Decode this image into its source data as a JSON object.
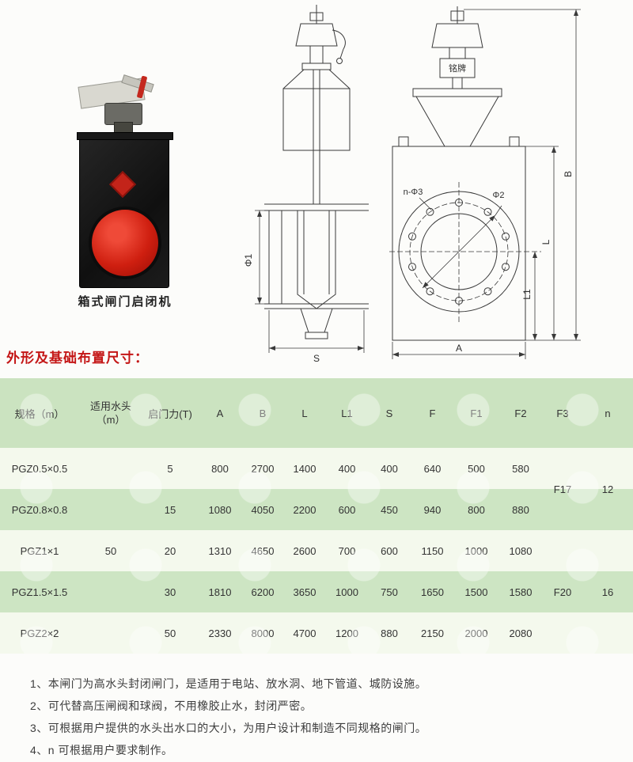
{
  "page": {
    "photo_caption": "箱式闸门启闭机",
    "section_heading": "外形及基础布置尺寸："
  },
  "drawing": {
    "labels": {
      "nameplate": "铭牌",
      "dim_b": "B",
      "dim_l": "L",
      "dim_l1": "L1",
      "dim_a": "A",
      "dim_s": "S",
      "dim_phi1": "Φ1",
      "dim_phi2": "Φ2",
      "dim_n_phi3": "n-Φ3"
    }
  },
  "table": {
    "headers": {
      "spec": "规格（m）",
      "water_head_line1": "适用水头",
      "water_head_line2": "（m）",
      "force": "启门力(T)",
      "dims": [
        "A",
        "B",
        "L",
        "L1",
        "S",
        "F",
        "F1",
        "F2",
        "F3",
        "n"
      ]
    },
    "water_head_value": "50",
    "rows": [
      {
        "spec": "PGZ0.5×0.5",
        "force": "5",
        "A": "800",
        "B": "2700",
        "L": "1400",
        "L1": "400",
        "S": "400",
        "F": "640",
        "F1": "500",
        "F2": "580"
      },
      {
        "spec": "PGZ0.8×0.8",
        "force": "15",
        "A": "1080",
        "B": "4050",
        "L": "2200",
        "L1": "600",
        "S": "450",
        "F": "940",
        "F1": "800",
        "F2": "880"
      },
      {
        "spec": "PGZ1×1",
        "force": "20",
        "A": "1310",
        "B": "4650",
        "L": "2600",
        "L1": "700",
        "S": "600",
        "F": "1150",
        "F1": "1000",
        "F2": "1080"
      },
      {
        "spec": "PGZ1.5×1.5",
        "force": "30",
        "A": "1810",
        "B": "6200",
        "L": "3650",
        "L1": "1000",
        "S": "750",
        "F": "1650",
        "F1": "1500",
        "F2": "1580"
      },
      {
        "spec": "PGZ2×2",
        "force": "50",
        "A": "2330",
        "B": "8000",
        "L": "4700",
        "L1": "1200",
        "S": "880",
        "F": "2150",
        "F1": "2000",
        "F2": "2080"
      }
    ],
    "f3_n_groups": [
      {
        "f3": "F17",
        "n": "12"
      },
      {
        "f3": "F20",
        "n": "16"
      }
    ]
  },
  "notes": [
    "1、本闸门为高水头封闭闸门，是适用于电站、放水洞、地下管道、城防设施。",
    "2、可代替高压闸阀和球阀，不用橡胶止水，封闭严密。",
    "3、可根据用户提供的水头出水口的大小，为用户设计和制造不同规格的闸门。",
    "4、n 可根据用户要求制作。"
  ]
}
